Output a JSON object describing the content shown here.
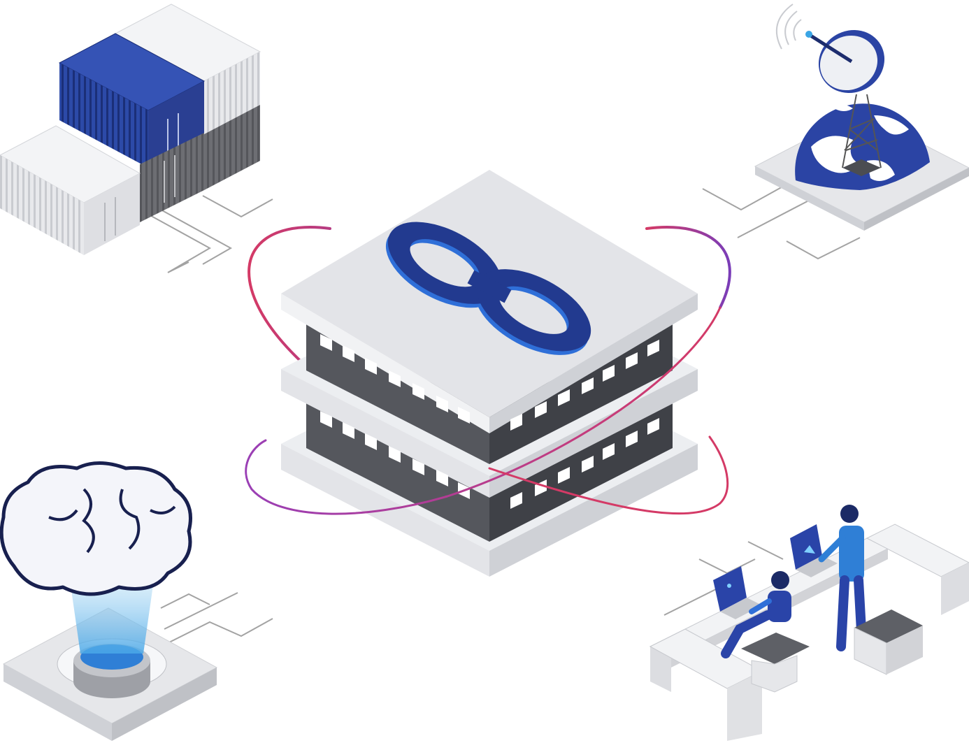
{
  "diagram": {
    "hub": {
      "icon": "infinity-link-logo-icon"
    },
    "nodes": [
      {
        "id": "containers",
        "icon": "shipping-containers-icon"
      },
      {
        "id": "satellite",
        "icon": "satellite-dish-globe-icon"
      },
      {
        "id": "ai",
        "icon": "brain-hologram-icon"
      },
      {
        "id": "office",
        "icon": "people-at-workstations-icon"
      }
    ]
  },
  "colors": {
    "background": "#ffffff",
    "slab_top": "#e3e4e8",
    "slab_edge_light": "#f3f4f6",
    "slab_edge_dark": "#cfd1d6",
    "building_left": "#55575d",
    "building_right": "#3e4046",
    "window": "#ffffff",
    "navy": "#223a8f",
    "navy_dark": "#15235c",
    "blue": "#2f6fd8",
    "cyan": "#3aa5e5",
    "orbit_start": "#d43a66",
    "orbit_end": "#7a3db8",
    "connector": "#9a9a9a",
    "container_white": "#e6e7ea",
    "container_gray": "#6b6c70"
  }
}
